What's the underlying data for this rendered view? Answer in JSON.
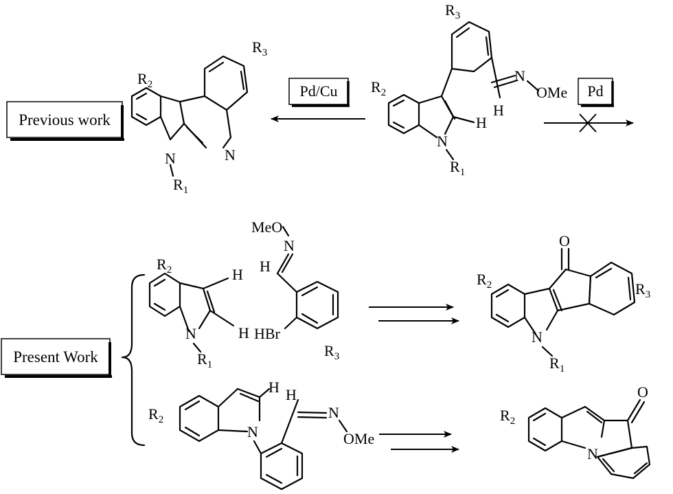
{
  "labels": {
    "previous_work": "Previous work",
    "present_work": "Present Work",
    "pd_cu": "Pd/Cu",
    "pd": "Pd"
  },
  "atoms": {
    "r": "R",
    "sub1": "1",
    "sub2": "2",
    "sub3": "3",
    "n": "N",
    "h": "H",
    "hbr": "HBr",
    "o": "O",
    "ome": "OMe",
    "meo": "MeO"
  }
}
